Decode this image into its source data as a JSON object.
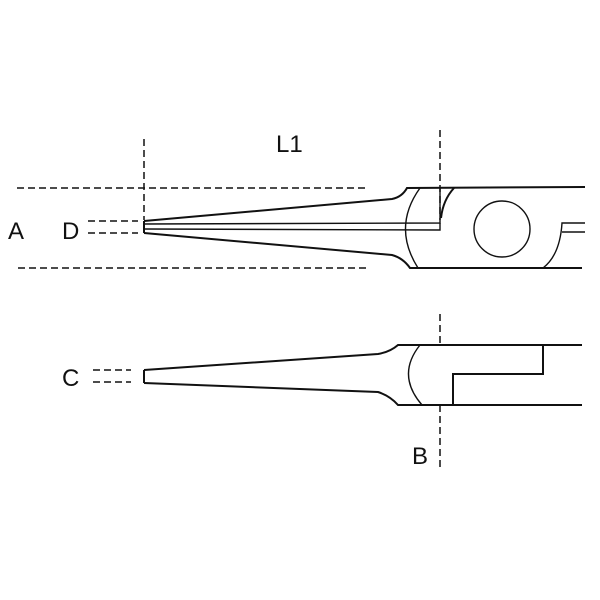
{
  "diagram": {
    "labels": {
      "L1": "L1",
      "A": "A",
      "D": "D",
      "C": "C",
      "B": "B"
    },
    "line_color": "#111111",
    "background": "#ffffff"
  }
}
